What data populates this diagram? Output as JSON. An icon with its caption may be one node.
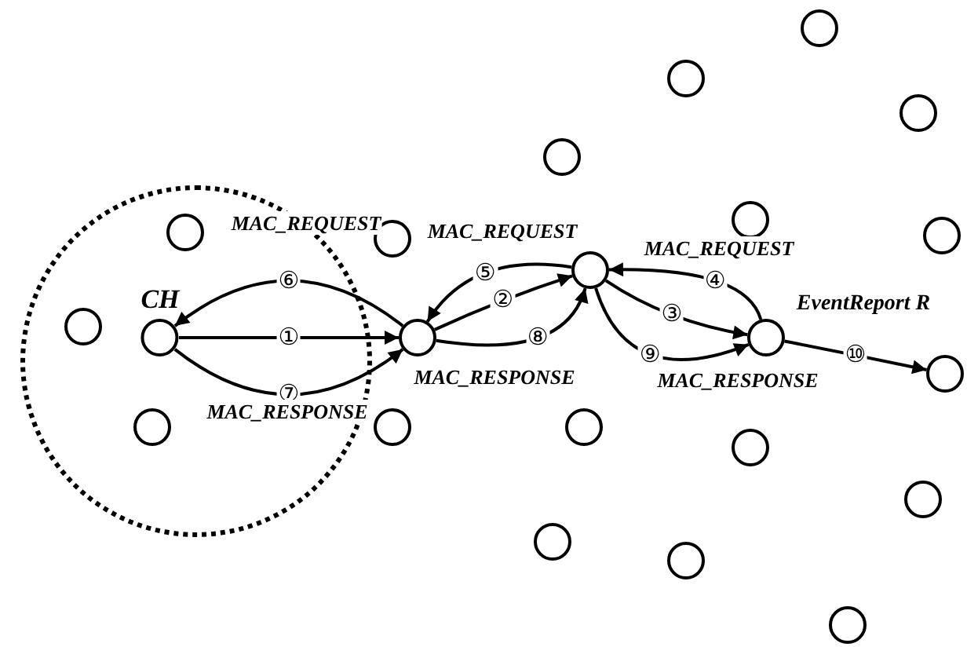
{
  "diagram": {
    "nodes": [
      {
        "text": [],
        "shape": "circle"
      },
      {
        "text": [],
        "shape": "circle"
      },
      {
        "text": [],
        "shape": "circle"
      },
      {
        "text": [],
        "shape": "circle"
      },
      {
        "text": [],
        "shape": "circle"
      },
      {
        "text": [],
        "shape": "circle"
      },
      {
        "text": [],
        "shape": "circle",
        "in": 0
      },
      {
        "text": [],
        "shape": "circle"
      },
      {
        "text": [],
        "shape": "circle"
      },
      {
        "text": [],
        "shape": "circle"
      },
      {
        "text": [],
        "shape": "circle",
        "in": 0
      },
      {
        "text": [
          "CH"
        ],
        "in": 0
      },
      {
        "text": [],
        "shape": "circle"
      },
      {
        "text": [],
        "shape": "circle",
        "beside": [
          "EventReport R"
        ]
      },
      {
        "text": [],
        "shape": "circle"
      },
      {
        "text": [],
        "shape": "circle",
        "in": 0
      },
      {
        "text": [],
        "shape": "circle"
      },
      {
        "text": [],
        "shape": "circle"
      },
      {
        "text": [],
        "shape": "circle"
      },
      {
        "text": [],
        "shape": "circle"
      },
      {
        "text": [],
        "shape": "circle"
      },
      {
        "text": [],
        "shape": "circle"
      },
      {
        "text": [],
        "shape": "circle"
      }
    ],
    "edges": [
      {
        "from": 11,
        "to": 12,
        "arrow": "to",
        "label": "①"
      },
      {
        "from": 12,
        "to": 9,
        "arrow": "to",
        "label": "②"
      },
      {
        "from": 9,
        "to": 13,
        "arrow": "to",
        "label": "③"
      },
      {
        "from": 13,
        "to": 9,
        "arrow": "to",
        "label": "④"
      },
      {
        "from": 9,
        "to": 12,
        "arrow": "to",
        "label": "⑤"
      },
      {
        "from": 12,
        "to": 11,
        "arrow": "to",
        "label": "⑥"
      },
      {
        "from": 11,
        "to": 12,
        "arrow": "to",
        "label": "⑦"
      },
      {
        "from": 12,
        "to": 9,
        "arrow": "to",
        "label": "⑧"
      },
      {
        "from": 9,
        "to": 13,
        "arrow": "to",
        "label": "⑨"
      },
      {
        "from": 13,
        "to": 14,
        "arrow": "to",
        "label": "⑩"
      }
    ],
    "labels": [
      "MAC_REQUEST",
      "MAC_REQUEST",
      "MAC_REQUEST",
      "MAC_RESPONSE",
      "MAC_RESPONSE",
      "MAC_RESPONSE"
    ]
  }
}
